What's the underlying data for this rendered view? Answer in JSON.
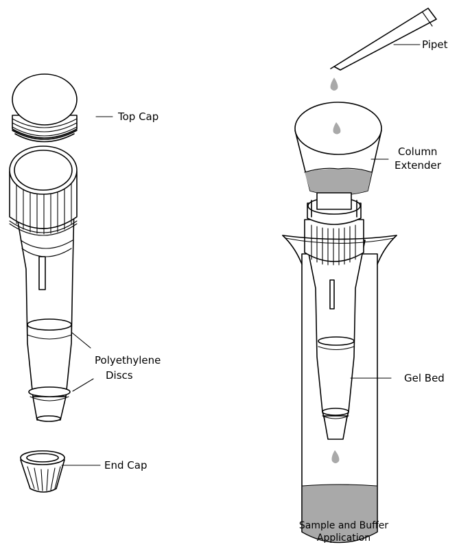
{
  "labels": {
    "top_cap": "Top Cap",
    "polyethylene": "Polyethylene",
    "discs": "Discs",
    "end_cap": "End Cap",
    "pipet": "Pipet",
    "column": "Column",
    "extender": "Extender",
    "gel_bed": "Gel Bed",
    "caption_line1": "Sample and Buffer",
    "caption_line2": "Application"
  },
  "colors": {
    "line": "#000000",
    "fluid": "#a9a9a9",
    "background": "#ffffff"
  }
}
